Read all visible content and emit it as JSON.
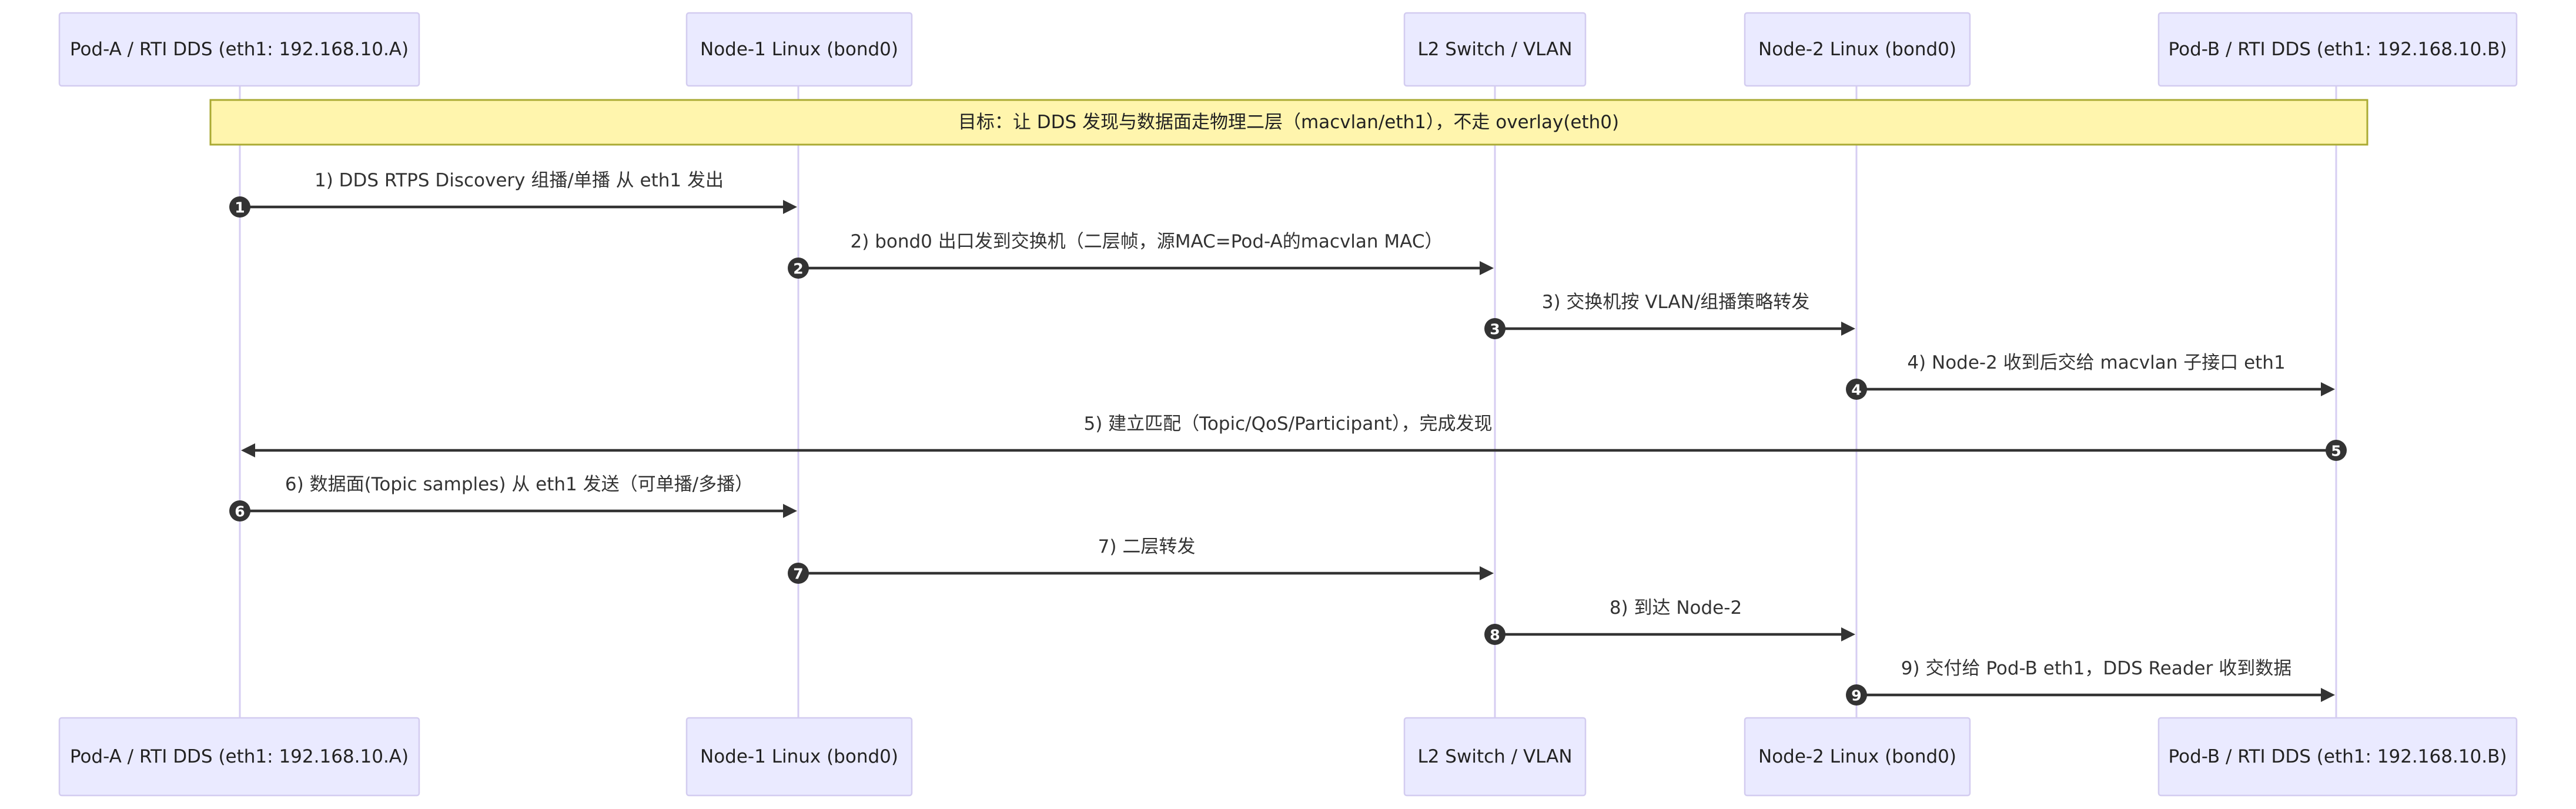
{
  "diagram": {
    "type": "sequence",
    "actors": [
      {
        "id": "podA",
        "label": "Pod-A / RTI DDS (eth1: 192.168.10.A)"
      },
      {
        "id": "node1",
        "label": "Node-1 Linux (bond0)"
      },
      {
        "id": "sw",
        "label": "L2 Switch / VLAN"
      },
      {
        "id": "node2",
        "label": "Node-2 Linux (bond0)"
      },
      {
        "id": "podB",
        "label": "Pod-B / RTI DDS (eth1: 192.168.10.B)"
      }
    ],
    "note": {
      "text": "目标：让 DDS 发现与数据面走物理二层（macvlan/eth1），不走 overlay(eth0)",
      "over": [
        "podA",
        "podB"
      ]
    },
    "messages": [
      {
        "seq": "1",
        "from": "podA",
        "to": "node1",
        "text": "1) DDS RTPS Discovery 组播/单播 从 eth1 发出"
      },
      {
        "seq": "2",
        "from": "node1",
        "to": "sw",
        "text": "2) bond0 出口发到交换机（二层帧，源MAC=Pod-A的macvlan MAC）"
      },
      {
        "seq": "3",
        "from": "sw",
        "to": "node2",
        "text": "3) 交换机按 VLAN/组播策略转发"
      },
      {
        "seq": "4",
        "from": "node2",
        "to": "podB",
        "text": "4) Node-2 收到后交给 macvlan 子接口 eth1"
      },
      {
        "seq": "5",
        "from": "podB",
        "to": "podA",
        "text": "5) 建立匹配（Topic/QoS/Participant），完成发现"
      },
      {
        "seq": "6",
        "from": "podA",
        "to": "node1",
        "text": "6) 数据面(Topic samples) 从 eth1 发送（可单播/多播）"
      },
      {
        "seq": "7",
        "from": "node1",
        "to": "sw",
        "text": "7) 二层转发"
      },
      {
        "seq": "8",
        "from": "sw",
        "to": "node2",
        "text": "8) 到达 Node-2"
      },
      {
        "seq": "9",
        "from": "node2",
        "to": "podB",
        "text": "9) 交付给 Pod-B eth1，DDS Reader 收到数据"
      }
    ]
  },
  "colors": {
    "actor_fill": "#eaeaff",
    "actor_border": "#d3ccf0",
    "lifeline": "#d6cdf2",
    "note_fill": "#fff5ad",
    "note_border": "#aaaa33",
    "message_line": "#333333"
  }
}
